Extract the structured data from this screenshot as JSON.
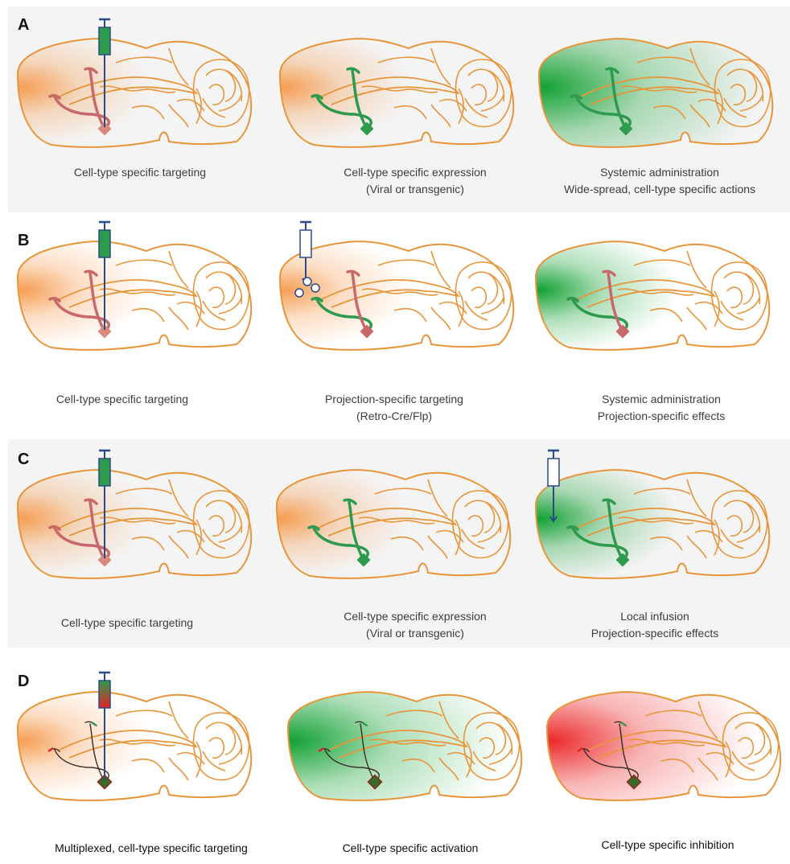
{
  "panels": [
    {
      "label": "A",
      "shaded": true,
      "brains": [
        {
          "glow": "orange",
          "circuit": "pink",
          "syringe": "green",
          "caption": [
            "Cell-type specific targeting"
          ]
        },
        {
          "glow": "orange",
          "circuit": "green",
          "syringe": "none",
          "caption": [
            "Cell-type specific expression",
            "(Viral or transgenic)"
          ]
        },
        {
          "glow": "green-wide",
          "circuit": "green",
          "syringe": "none",
          "caption": [
            "Systemic administration",
            "Wide-spread, cell-type specific actions"
          ]
        }
      ]
    },
    {
      "label": "B",
      "shaded": false,
      "brains": [
        {
          "glow": "orange",
          "circuit": "pink",
          "syringe": "green",
          "caption": [
            "Cell-type specific targeting"
          ]
        },
        {
          "glow": "orange",
          "circuit": "mixed",
          "syringe": "empty-virus",
          "caption": [
            "Projection-specific targeting",
            "(Retro-Cre/Flp)"
          ]
        },
        {
          "glow": "green-front",
          "circuit": "mixed",
          "syringe": "none",
          "caption": [
            "Systemic administration",
            "Projection-specific effects"
          ]
        }
      ]
    },
    {
      "label": "C",
      "shaded": true,
      "brains": [
        {
          "glow": "orange",
          "circuit": "pink",
          "syringe": "green",
          "caption": [
            "Cell-type specific targeting"
          ]
        },
        {
          "glow": "orange",
          "circuit": "green",
          "syringe": "none",
          "caption": [
            "Cell-type specific expression",
            "(Viral or transgenic)"
          ]
        },
        {
          "glow": "green-front",
          "circuit": "green",
          "syringe": "empty",
          "caption": [
            "Local infusion",
            "Projection-specific effects"
          ]
        }
      ]
    },
    {
      "label": "D",
      "shaded": false,
      "brains": [
        {
          "glow": "orange",
          "circuit": "dark",
          "syringe": "gradient",
          "caption": [
            "Multiplexed, cell-type specific targeting"
          ]
        },
        {
          "glow": "green-wide",
          "circuit": "dark",
          "syringe": "none",
          "caption": [
            "Cell-type specific activation"
          ]
        },
        {
          "glow": "red-wide",
          "circuit": "dark",
          "syringe": "none",
          "caption": [
            "Cell-type specific inhibition"
          ]
        }
      ]
    }
  ],
  "colors": {
    "outline": "#e8953a",
    "orange_glow": "#f59a4c",
    "green": "#2e9a4e",
    "green_glow": "#16a235",
    "pink": "#c9686b",
    "red_glow": "#ec2b2b",
    "dark": "#3a2a2a",
    "needle": "#2b4a8a",
    "panel_bg": "#f4f4f4"
  }
}
